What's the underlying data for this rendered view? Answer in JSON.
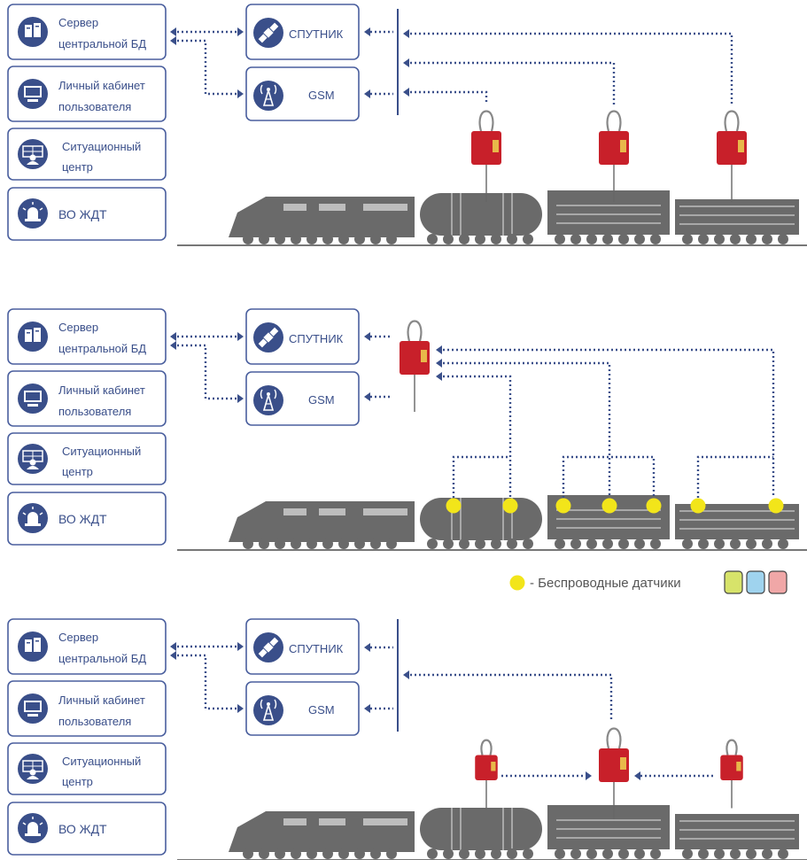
{
  "colors": {
    "accent": "#3a4f8a",
    "box_border": "#4a5f9e",
    "train": "#6a6a6a",
    "seal": "#c8202a",
    "sensor": "#f2e51a"
  },
  "labels": {
    "server_line1": "Сервер",
    "server_line2": "центральной БД",
    "cabinet_line1": "Личный кабинет",
    "cabinet_line2": "пользователя",
    "situation_line1": "Ситуационный",
    "situation_line2": "центр",
    "railguard": "ВО ЖДТ",
    "satellite": "СПУТНИК",
    "gsm": "GSM"
  },
  "legend": {
    "text": "- Беспроводные датчики"
  },
  "icons": [
    "server-icon",
    "monitor-icon",
    "situation-center-icon",
    "alarm-light-icon",
    "satellite-icon",
    "gsm-tower-icon",
    "electronic-seal-icon",
    "wireless-sensor-icon"
  ]
}
